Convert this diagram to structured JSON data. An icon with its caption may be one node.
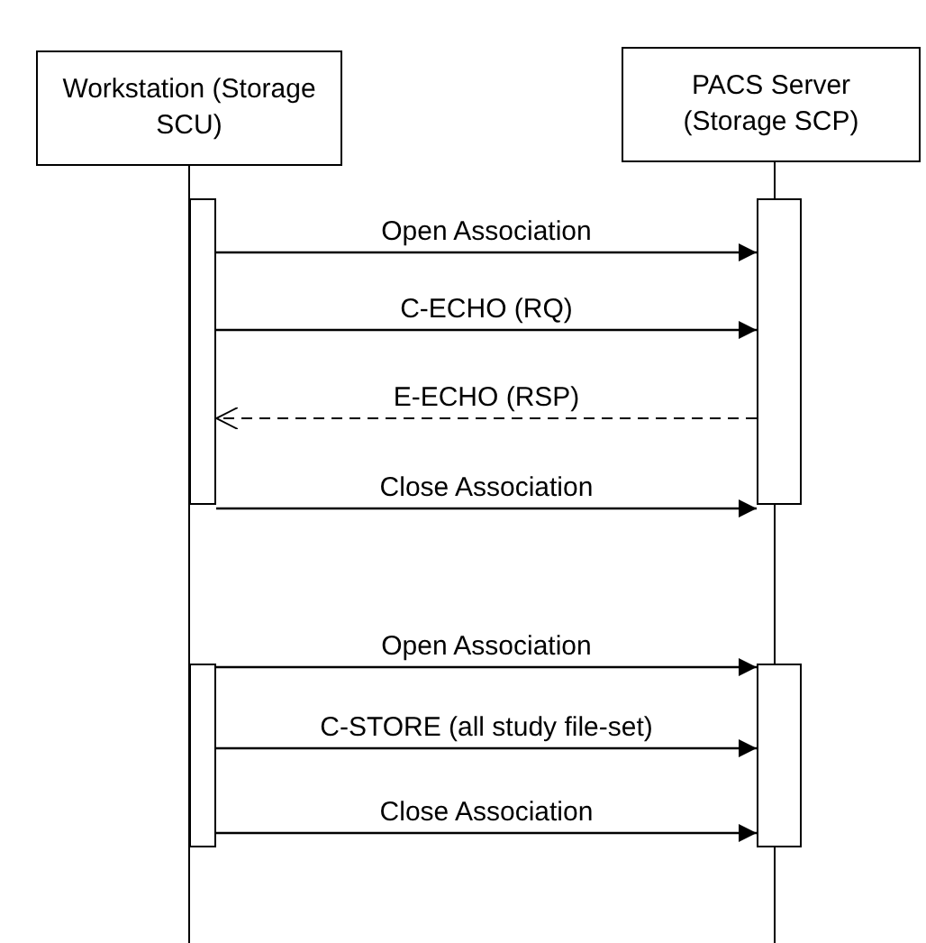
{
  "diagram": {
    "nodes": [
      {
        "text": [
          "Workstation (Storage SCU)"
        ]
      },
      {
        "text": [
          "PACS Server (Storage SCP)"
        ]
      },
      {
        "text": [],
        "shape": "bar"
      },
      {
        "text": [],
        "shape": "bar"
      },
      {
        "text": [],
        "shape": "bar"
      },
      {
        "text": [],
        "shape": "bar"
      }
    ],
    "edges": [
      {
        "from": 2,
        "to": 3,
        "arrow": "to",
        "label": "Open Association"
      },
      {
        "from": 2,
        "to": 3,
        "arrow": "to",
        "label": "C-ECHO (RQ)"
      },
      {
        "from": 3,
        "to": 2,
        "arrow": "to",
        "label": "E-ECHO (RSP)",
        "style": "dashed"
      },
      {
        "from": 2,
        "to": 3,
        "arrow": "to",
        "label": "Close Association"
      },
      {
        "from": 4,
        "to": 5,
        "arrow": "to",
        "label": "Open Association"
      },
      {
        "from": 4,
        "to": 5,
        "arrow": "to",
        "label": "C-STORE (all study file-set)"
      },
      {
        "from": 4,
        "to": 5,
        "arrow": "to",
        "label": "Close Association"
      }
    ]
  }
}
